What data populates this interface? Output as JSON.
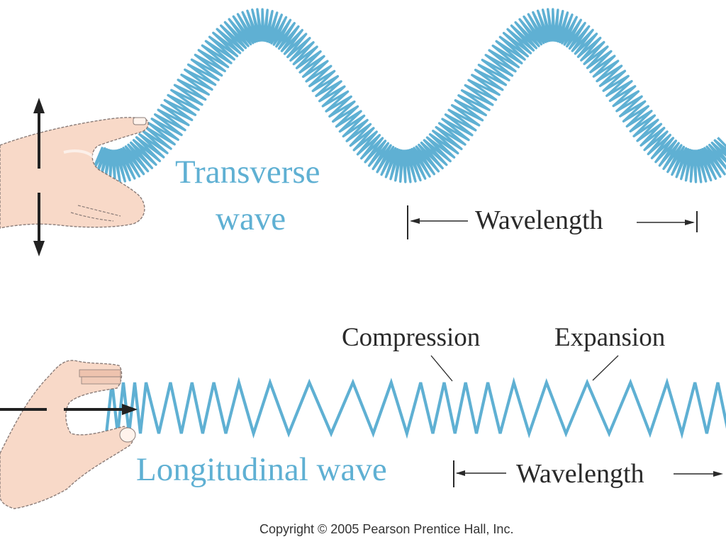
{
  "colors": {
    "spring": "#5fb0d3",
    "label_blue": "#5fb0d3",
    "label_dark": "#2a2a2a",
    "skin": "#f8d9c8",
    "skin_shadow": "#eec3ae",
    "outline": "#8a7c78",
    "arrow": "#222222"
  },
  "transverse": {
    "title_line1": "Transverse",
    "title_line2": "wave",
    "wavelength_label": "Wavelength",
    "motion_icon": "vertical-double-arrow"
  },
  "longitudinal": {
    "title": "Longitudinal wave",
    "wavelength_label": "Wavelength",
    "compression_label": "Compression",
    "expansion_label": "Expansion",
    "motion_icon": "horizontal-arrow"
  },
  "copyright": "Copyright © 2005 Pearson Prentice Hall, Inc."
}
